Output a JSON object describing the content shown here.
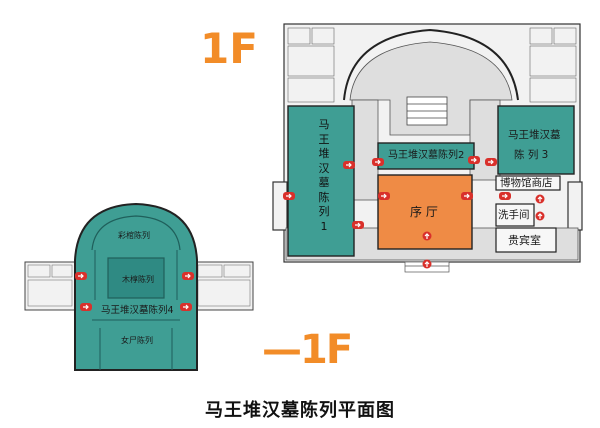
{
  "map_title": "马王堆汉墓陈列平面图",
  "floors": {
    "upper": {
      "tag": "1F",
      "rooms": {
        "left_hall": [
          "马",
          "王",
          "堆",
          "汉",
          "墓",
          "陈",
          "列",
          "1"
        ],
        "center_hall": "马王堆汉墓陈列2",
        "right_hall_line1": "马王堆汉墓",
        "right_hall_line2": "陈 列 3",
        "lobby": "序 厅",
        "museum_shop": "博物馆商店",
        "restroom": "洗手间",
        "vip_room": "贵宾室"
      }
    },
    "lower": {
      "tag": "—1F",
      "rooms": {
        "painted_coffin": "彩棺陈列",
        "wooden_chamber": "木椁陈列",
        "main_hall": "马王堆汉墓陈列4",
        "corpse_exhibit": "女尸陈列"
      }
    }
  },
  "colors": {
    "exhibit_teal": "#3f9e94",
    "exhibit_dark": "#2c7d78",
    "lobby_orange": "#ef8b45",
    "floor_tag_orange": "#f28c28",
    "arrow_red": "#d9302b",
    "wall": "#333333",
    "corridor_gray": "#d9d9d9"
  },
  "icons": [
    "direction-arrow-icon",
    "restroom-icon",
    "elevator-icon"
  ]
}
